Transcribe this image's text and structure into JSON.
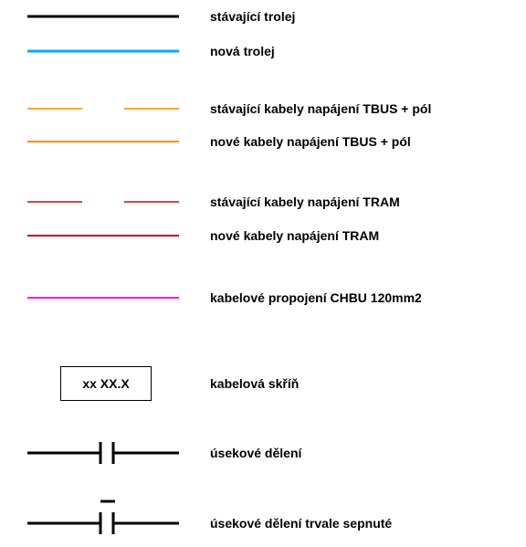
{
  "legend": {
    "items": [
      {
        "label": "stávající trolej",
        "symbol": "solid-line",
        "color": "#000000"
      },
      {
        "label": "nová trolej",
        "symbol": "solid-line",
        "color": "#00aaff"
      },
      {
        "label": "stávající kabely napájení TBUS  + pól",
        "symbol": "dashed-line",
        "color": "#ff8c00"
      },
      {
        "label": "nové kabely napájení TBUS  + pól",
        "symbol": "solid-line",
        "color": "#ff8c00"
      },
      {
        "label": "stávající kabely napájení TRAM",
        "symbol": "dashed-line",
        "color": "#dd0000"
      },
      {
        "label": "nové kabely napájení TRAM",
        "symbol": "solid-line",
        "color": "#cc0000"
      },
      {
        "label": "kabelové propojení CHBU 120mm2",
        "symbol": "solid-line",
        "color": "#ff00ff"
      },
      {
        "label": "kabelová skříň",
        "symbol": "box",
        "box_text": "xx XX.X"
      },
      {
        "label": "úsekové dělení",
        "symbol": "section-break"
      },
      {
        "label": "úsekové dělení trvale sepnuté",
        "symbol": "section-break-closed"
      }
    ]
  }
}
